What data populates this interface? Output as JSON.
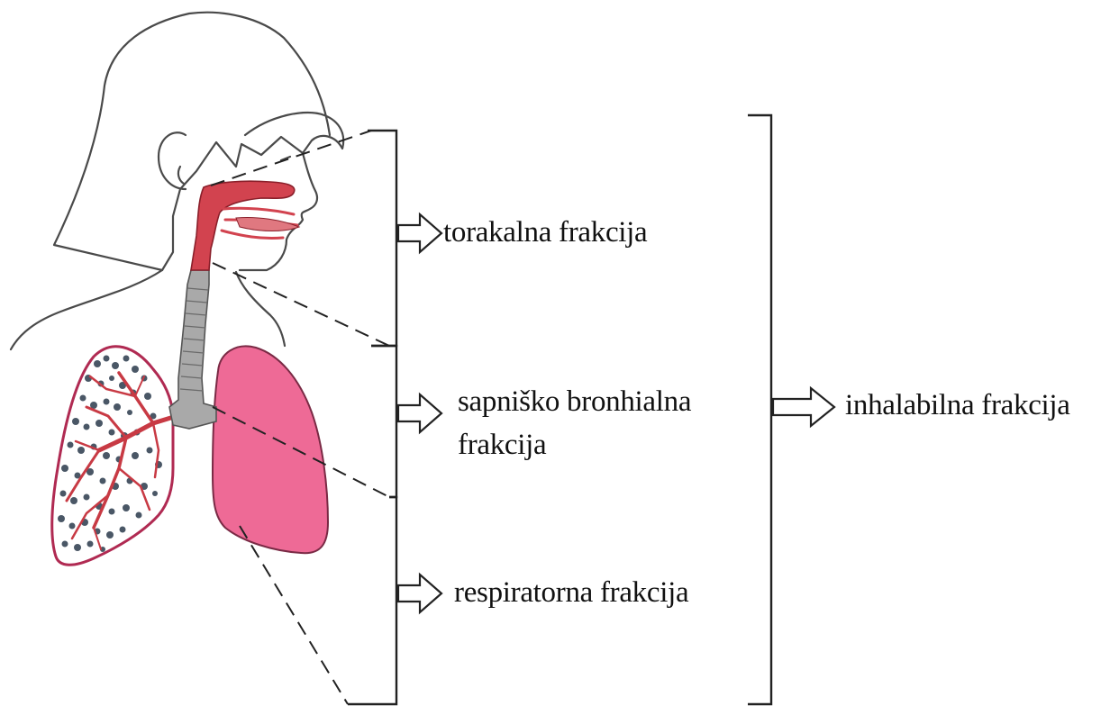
{
  "labels": {
    "thoracic": "torakalna frakcija",
    "tracheobronchial_line1": "sapniško bronhialna",
    "tracheobronchial_line2": "frakcija",
    "respiratory": "respiratorna frakcija",
    "inhalable": "inhalabilna frakcija"
  },
  "colors": {
    "airway_red": "#d2434f",
    "lung_pink": "#ee6a96",
    "trachea_grey": "#a9a9a9",
    "bronchiole_blue": "#4a5766",
    "outline": "#3a3a3a"
  },
  "icons": {
    "arrow": "hollow-right-arrow",
    "bracket": "square-bracket"
  }
}
